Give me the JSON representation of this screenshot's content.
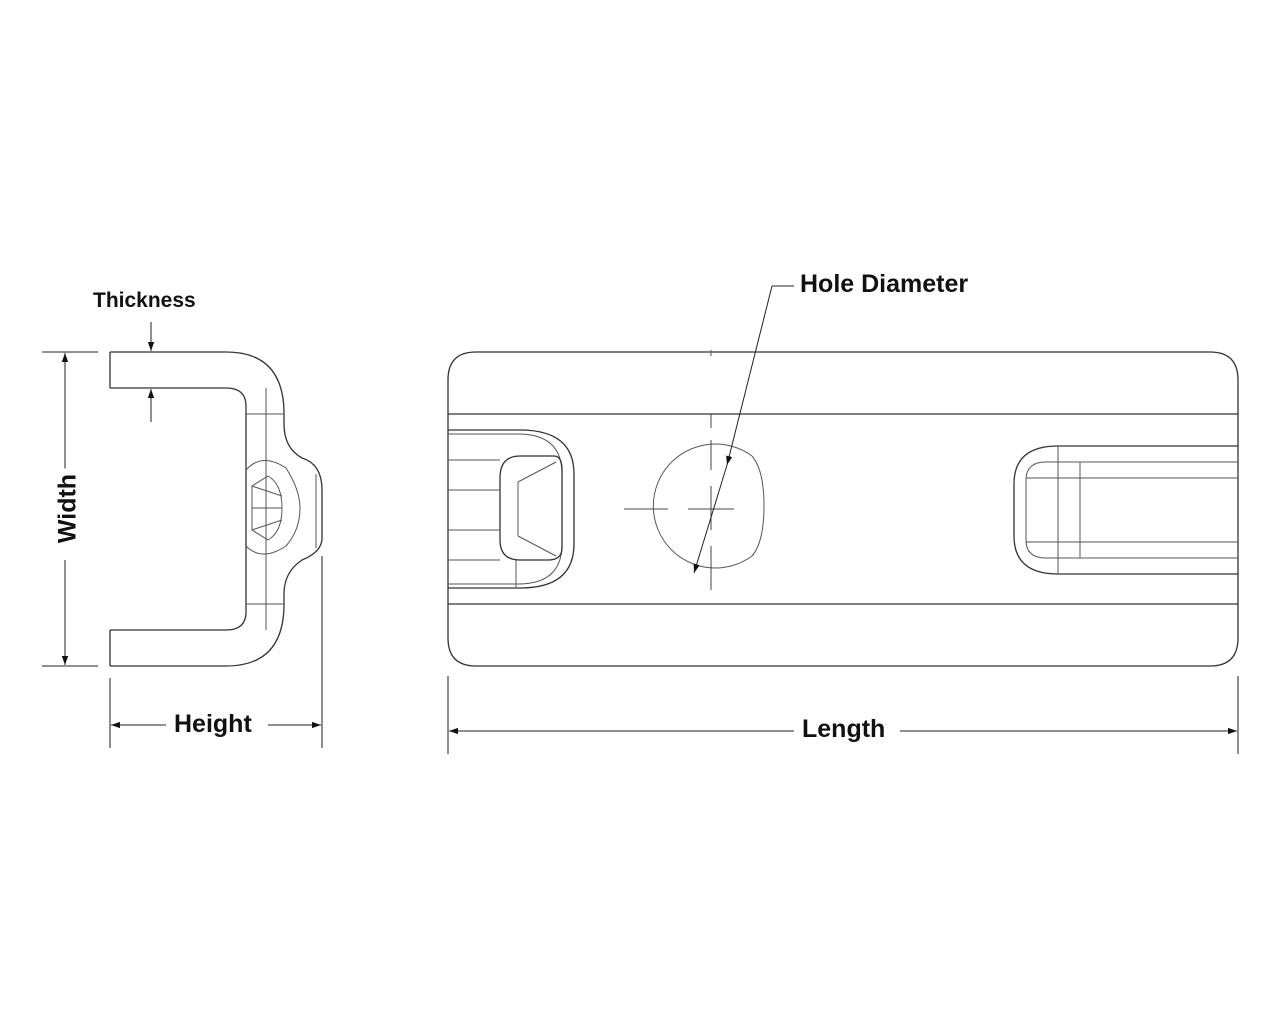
{
  "labels": {
    "thickness": "Thickness",
    "hole_diameter": "Hole Diameter",
    "width": "Width",
    "height": "Height",
    "length": "Length"
  },
  "colors": {
    "line": "#333333",
    "background": "#ffffff",
    "text": "#111111"
  }
}
